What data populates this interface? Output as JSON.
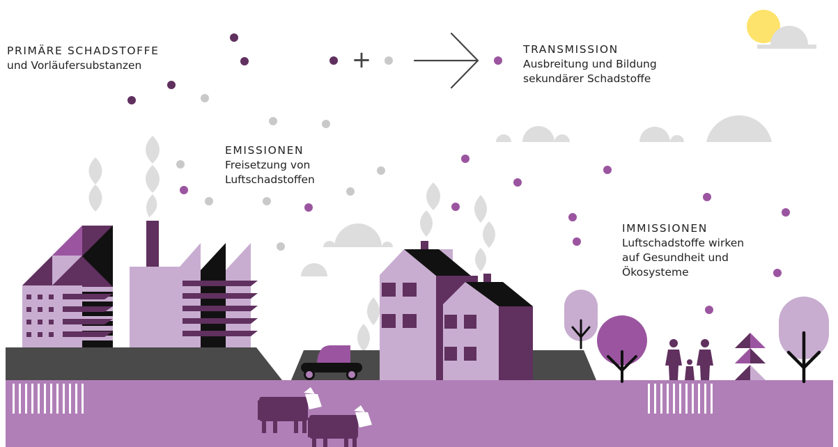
{
  "labels": {
    "primary": {
      "heading": "PRIMÄRE SCHADSTOFFE",
      "line1": "und Vorläufersubstanzen"
    },
    "transmission": {
      "heading": "TRANSMISSION",
      "line1": "Ausbreitung und Bildung",
      "line2": "sekundärer Schadstoffe"
    },
    "emissions": {
      "heading": "EMISSIONEN",
      "line1": "Freisetzung von",
      "line2": "Luftschadstoffen"
    },
    "immissions": {
      "heading": "IMMISSIONEN",
      "line1": "Luftschadstoffe wirken",
      "line2": "auf Gesundheit und",
      "line3": "Ökosysteme"
    }
  },
  "equation": {
    "operator": "+"
  },
  "colors": {
    "dark_purple": "#60305f",
    "mid_purple": "#9b55a0",
    "light_purple": "#c8add0",
    "ground_purple": "#b07fb7",
    "road_gray": "#4a4a4a",
    "particle_gray": "#c9c9c9",
    "cloud_gray": "#dddddd",
    "sun_yellow": "#fde36b",
    "black": "#111111"
  },
  "icons": [
    "factory-icon",
    "house-icon",
    "car-icon",
    "cow-icon",
    "tree-icon",
    "family-icon",
    "sun-icon",
    "cloud-icon",
    "arrow-right-icon"
  ]
}
